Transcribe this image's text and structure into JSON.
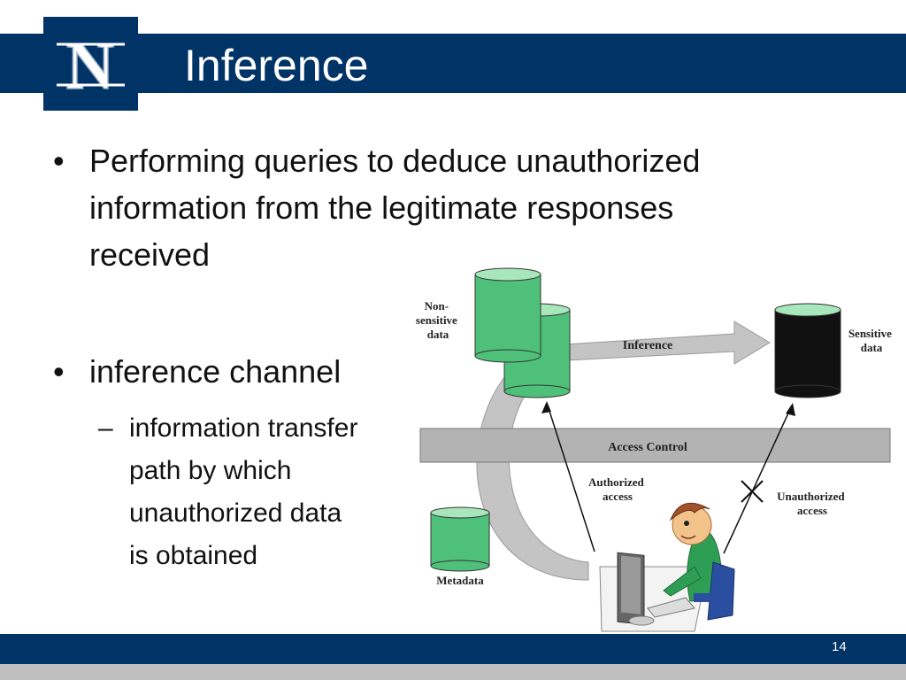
{
  "slide": {
    "title": "Inference",
    "page_number": "14"
  },
  "logo": {
    "letter": "N"
  },
  "bullets": [
    {
      "lines": [
        "Performing queries to deduce unauthorized",
        "information from the legitimate responses",
        "received"
      ]
    },
    {
      "text": "inference channel",
      "sub": {
        "lines": [
          "information transfer",
          "path by which",
          "unauthorized data",
          "is obtained"
        ]
      }
    }
  ],
  "diagram": {
    "nonsensitive_label": [
      "Non-",
      "sensitive",
      "data"
    ],
    "sensitive_label": [
      "Sensitive",
      "data"
    ],
    "inference_label": "Inference",
    "access_control_label": "Access Control",
    "authorized_label": [
      "Authorized",
      "access"
    ],
    "unauthorized_label": [
      "Unauthorized",
      "access"
    ],
    "metadata_label": "Metadata",
    "colors": {
      "cylinder_green": "#4fc07a",
      "cylinder_top": "#a8e6bc",
      "cylinder_black": "#111111",
      "bar_gray": "#b3b3b3",
      "arrow_gray": "#c4c4c4"
    }
  }
}
